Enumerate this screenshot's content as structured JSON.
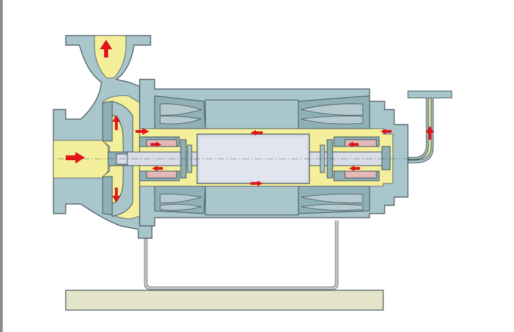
{
  "diagram": {
    "subject": "canned-motor-pump-cross-section",
    "colors": {
      "casing": "#a9c6cc",
      "casing_dark": "#8fb0b7",
      "outline": "#3f4f55",
      "fluid": "#f4ef9a",
      "rotor": "#d8dde8",
      "bearing": "#e3b8b8",
      "arrow": "#e0141b",
      "baseplate": "#e3e4c9",
      "support": "#c5c5c5",
      "border": "#8d8d8d"
    },
    "flow_arrows": [
      {
        "id": "outlet-arrow",
        "direction": "up"
      },
      {
        "id": "inlet-arrow",
        "direction": "right"
      },
      {
        "id": "impeller-upper-arrow",
        "direction": "up"
      },
      {
        "id": "impeller-lower-arrow",
        "direction": "down"
      },
      {
        "id": "gap-upper-arrow",
        "direction": "right"
      },
      {
        "id": "bearing-front-arrow",
        "direction": "right"
      },
      {
        "id": "bearing-front-lower-arrow",
        "direction": "left"
      },
      {
        "id": "rotor-gap-upper-arrow",
        "direction": "left"
      },
      {
        "id": "rotor-gap-lower-arrow",
        "direction": "right"
      },
      {
        "id": "bearing-rear-upper-arrow",
        "direction": "left"
      },
      {
        "id": "bearing-rear-lower-arrow",
        "direction": "left"
      },
      {
        "id": "return-line-left-arrow",
        "direction": "left"
      },
      {
        "id": "return-line-up-arrow",
        "direction": "up"
      }
    ]
  }
}
